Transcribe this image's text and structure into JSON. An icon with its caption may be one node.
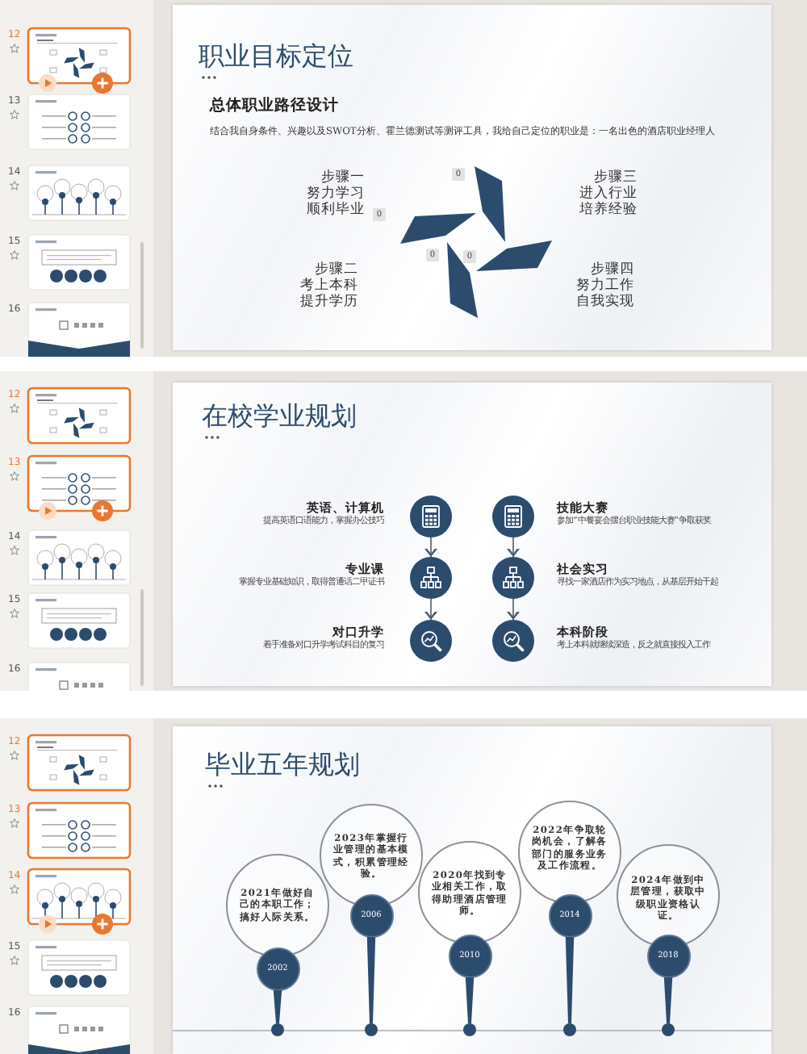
{
  "diagram": {
    "nodes": [
      {
        "text": [
          "职业目标定位",
          "总体职业路径设计",
          "结合我自身条件、兴趣以及SWOT分析、霍兰德测试等测评工具，我给自己定位的职业是：一名出色的酒店职业经理人"
        ]
      },
      {
        "text": [
          "0"
        ],
        "in": 0
      },
      {
        "text": [
          "0"
        ],
        "in": 0
      },
      {
        "text": [
          "0"
        ],
        "in": 0
      },
      {
        "text": [
          "0"
        ],
        "in": 0
      },
      {
        "text": [
          "在校学业规划"
        ]
      },
      {
        "text": [],
        "shape": "circle",
        "in": 5,
        "beside": [
          "英语、计算机",
          "提高英语口语能力，掌握办公技巧"
        ]
      },
      {
        "text": [],
        "shape": "circle",
        "in": 5,
        "beside": [
          "技能大赛",
          "参加“中餐宴会摆台职业技能大赛”争取获奖"
        ]
      },
      {
        "text": [],
        "shape": "circle",
        "in": 5,
        "beside": [
          "专业课",
          "掌握专业基础知识，取得普通话二甲证书"
        ]
      },
      {
        "text": [],
        "shape": "circle",
        "in": 5,
        "beside": [
          "社会实习",
          "寻找一家酒店作为实习地点，从基层开始干起"
        ]
      },
      {
        "text": [],
        "shape": "circle",
        "in": 5,
        "beside": [
          "对口升学",
          "着手准备对口升学考试科目的复习"
        ]
      },
      {
        "text": [],
        "shape": "circle",
        "in": 5,
        "beside": [
          "本科阶段",
          "考上本科就继续深造，反之就直接投入工作"
        ]
      },
      {
        "text": [
          "毕业五年规划"
        ]
      },
      {
        "text": [
          "2021年做好自己的本职工作；搞好人际关系。"
        ],
        "in": 12
      },
      {
        "text": [
          "2002"
        ],
        "in": 12
      },
      {
        "text": [],
        "shape": "circle",
        "in": 12
      },
      {
        "text": [
          "2023年掌握行业管理的基本模式，积累管理经验。"
        ],
        "in": 12
      },
      {
        "text": [
          "2006"
        ],
        "in": 12
      },
      {
        "text": [],
        "shape": "circle",
        "in": 12
      },
      {
        "text": [
          "2020年找到专业相关工作，取得助理酒店管理师。"
        ],
        "in": 12
      },
      {
        "text": [
          "2010"
        ],
        "in": 12
      },
      {
        "text": [],
        "shape": "circle",
        "in": 12
      },
      {
        "text": [
          "2022年争取轮岗机会，了解各部门的服务业务及工作流程。"
        ],
        "in": 12
      },
      {
        "text": [
          "2014"
        ],
        "in": 12
      },
      {
        "text": [],
        "shape": "circle",
        "in": 12
      },
      {
        "text": [
          "2024年做到中层管理，获取中级职业资格认证。"
        ],
        "in": 12
      },
      {
        "text": [
          "2018"
        ],
        "in": 12
      },
      {
        "text": [],
        "shape": "circle",
        "in": 12
      }
    ],
    "edges": [
      {
        "from": 6,
        "to": 8,
        "arrow": "to"
      },
      {
        "from": 7,
        "to": 9,
        "arrow": "to"
      },
      {
        "from": 8,
        "to": 10,
        "arrow": "to"
      },
      {
        "from": 9,
        "to": 11,
        "arrow": "to"
      },
      {
        "from": 14,
        "to": 15,
        "arrow": "none"
      },
      {
        "from": 17,
        "to": 18,
        "arrow": "none"
      },
      {
        "from": 20,
        "to": 21,
        "arrow": "none"
      },
      {
        "from": 23,
        "to": 24,
        "arrow": "none"
      },
      {
        "from": 26,
        "to": 27,
        "arrow": "none"
      }
    ],
    "labels": [
      "12",
      "13",
      "14",
      "15",
      "16",
      "步骤一",
      "努力学习",
      "顺利毕业",
      "步骤三",
      "进入行业",
      "培养经验",
      "步骤二",
      "考上本科",
      "提升学历",
      "步骤四",
      "努力工作",
      "自我实现",
      "12",
      "13",
      "14",
      "15",
      "16",
      "12",
      "13",
      "14",
      "15",
      "16"
    ]
  }
}
